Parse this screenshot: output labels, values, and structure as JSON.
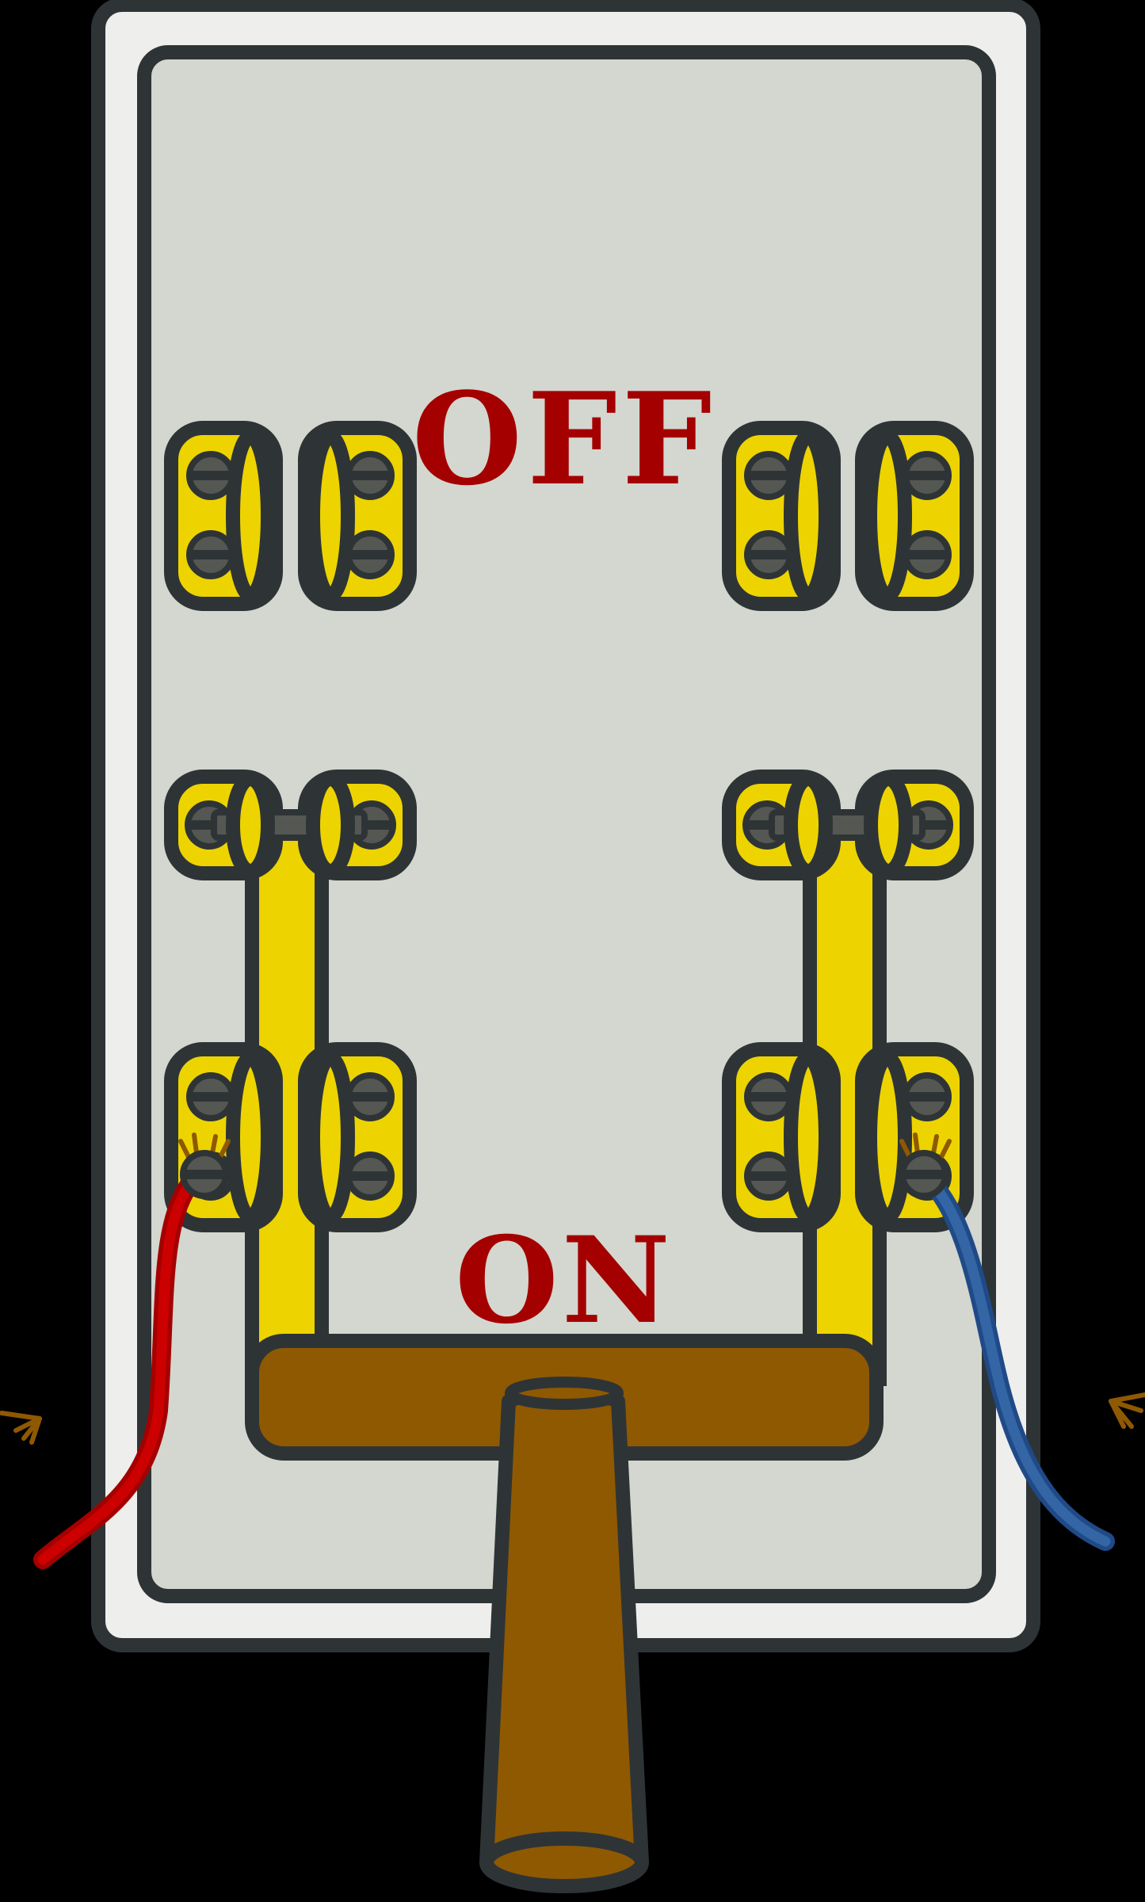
{
  "illustration": {
    "title": "Knife switch",
    "labels": {
      "off": "OFF",
      "on": "ON"
    },
    "state": "ON",
    "wires": [
      {
        "name": "live-wire",
        "color": "#cc0000",
        "side": "left"
      },
      {
        "name": "neutral-wire",
        "color": "#3465a4",
        "side": "right"
      }
    ],
    "colors": {
      "background": "#000000",
      "outline": "#2e3436",
      "outer_plate": "#eeeeec",
      "inner_panel": "#d3d7cf",
      "brass": "#edd400",
      "screw": "#555753",
      "handle": "#8f5902",
      "label": "#a40000",
      "red_wire": "#cc0000",
      "blue_wire": "#3465a4",
      "copper_strands": "#8f5902"
    }
  }
}
